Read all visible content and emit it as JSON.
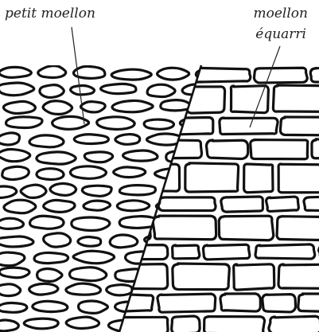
{
  "labels": {
    "left": "petit moellon",
    "right_line1": "moellon",
    "right_line2": "équarri"
  },
  "colors": {
    "ink": "#111111",
    "background": "#ffffff"
  }
}
